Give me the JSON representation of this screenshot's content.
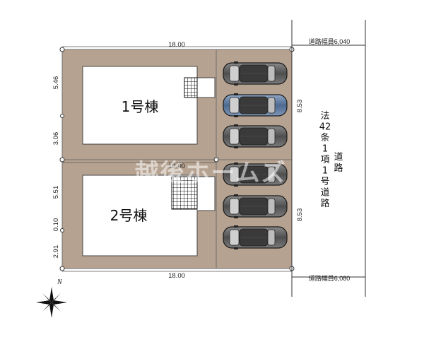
{
  "dimensions": {
    "top_width": "18.00",
    "middle_width": "18.00",
    "bottom_width": "18.00",
    "left_upper_1": "5.46",
    "left_upper_2": "3.06",
    "left_lower_1": "5.51",
    "left_lower_2": "0.10",
    "left_lower_3": "2.91",
    "right_upper": "8.53",
    "right_lower": "8.53"
  },
  "road": {
    "width_top": "道路幅員6,040",
    "width_bottom": "道路幅員6,080",
    "name_col1": [
      "法",
      "42",
      "条",
      "1",
      "項",
      "1",
      "号",
      "道",
      "路"
    ],
    "name_col2": [
      "道",
      "路"
    ]
  },
  "buildings": {
    "b1": "1号棟",
    "b2": "2号棟"
  },
  "watermark": "越後ホームズ",
  "compass_label": "N",
  "colors": {
    "lot": "#b6a290",
    "building": "#ffffff",
    "car_body": "#6b6b6b",
    "car_accent": "#6c86a8"
  }
}
